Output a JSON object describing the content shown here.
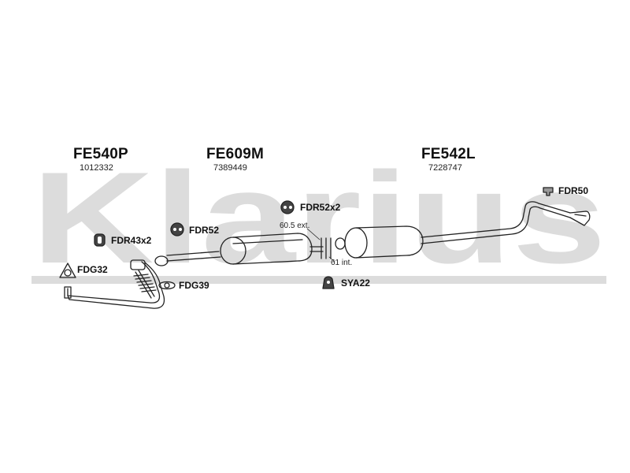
{
  "watermark": {
    "text": "Klarius",
    "color": "#d9d9d9"
  },
  "parts": [
    {
      "code": "FE540P",
      "number": "1012332"
    },
    {
      "code": "FE609M",
      "number": "7389449"
    },
    {
      "code": "FE542L",
      "number": "7228747"
    }
  ],
  "fittings": {
    "fdr50": "FDR50",
    "fdr52x2": "FDR52x2",
    "fdr52": "FDR52",
    "fdr43x2": "FDR43x2",
    "fdg32": "FDG32",
    "fdg39": "FDG39",
    "sya22": "SYA22"
  },
  "dimensions": {
    "ext": "60.5 ext.",
    "int": "61 int."
  },
  "colors": {
    "line": "#222222",
    "watermark": "#d9d9d9",
    "part_fill": "#ffffff"
  },
  "icons": {
    "rubber_hanger": "rubber-hanger-icon",
    "gasket": "gasket-icon",
    "clamp": "clamp-icon"
  }
}
